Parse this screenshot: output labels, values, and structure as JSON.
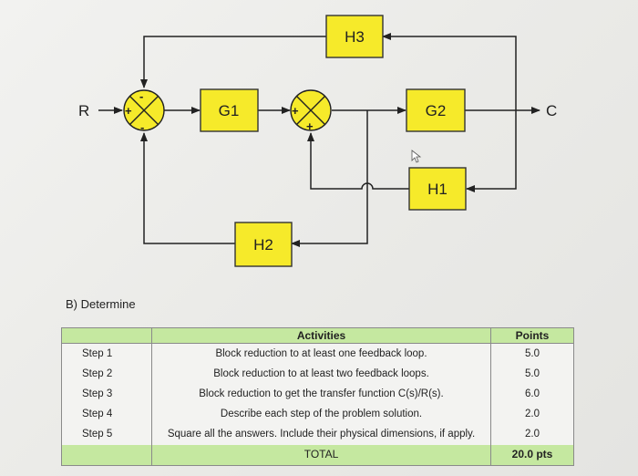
{
  "diagram": {
    "blocks": {
      "g1": "G1",
      "g2": "G2",
      "h1": "H1",
      "h2": "H2",
      "h3": "H3"
    },
    "input_label": "R",
    "output_label": "C",
    "sum1_signs": {
      "left": "+",
      "top": "-",
      "bottom": "-"
    },
    "sum2_signs": {
      "left": "+",
      "bottom": "+"
    }
  },
  "section_title": "B) Determine",
  "table": {
    "headers": {
      "activities": "Activities",
      "points": "Points"
    },
    "rows": [
      {
        "step": "Step 1",
        "activity": "Block reduction to at least one feedback loop.",
        "points": "5.0"
      },
      {
        "step": "Step 2",
        "activity": "Block reduction to at least two feedback loops.",
        "points": "5.0"
      },
      {
        "step": "Step 3",
        "activity": "Block reduction to get the transfer function C(s)/R(s).",
        "points": "6.0"
      },
      {
        "step": "Step 4",
        "activity": "Describe each step of the problem solution.",
        "points": "2.0"
      },
      {
        "step": "Step 5",
        "activity": "Square all the answers. Include their physical dimensions, if apply.",
        "points": "2.0"
      }
    ],
    "total": {
      "label": "TOTAL",
      "points": "20.0 pts"
    }
  },
  "colors": {
    "block_fill": "#f6ea2a",
    "table_header": "#c5e8a0"
  }
}
